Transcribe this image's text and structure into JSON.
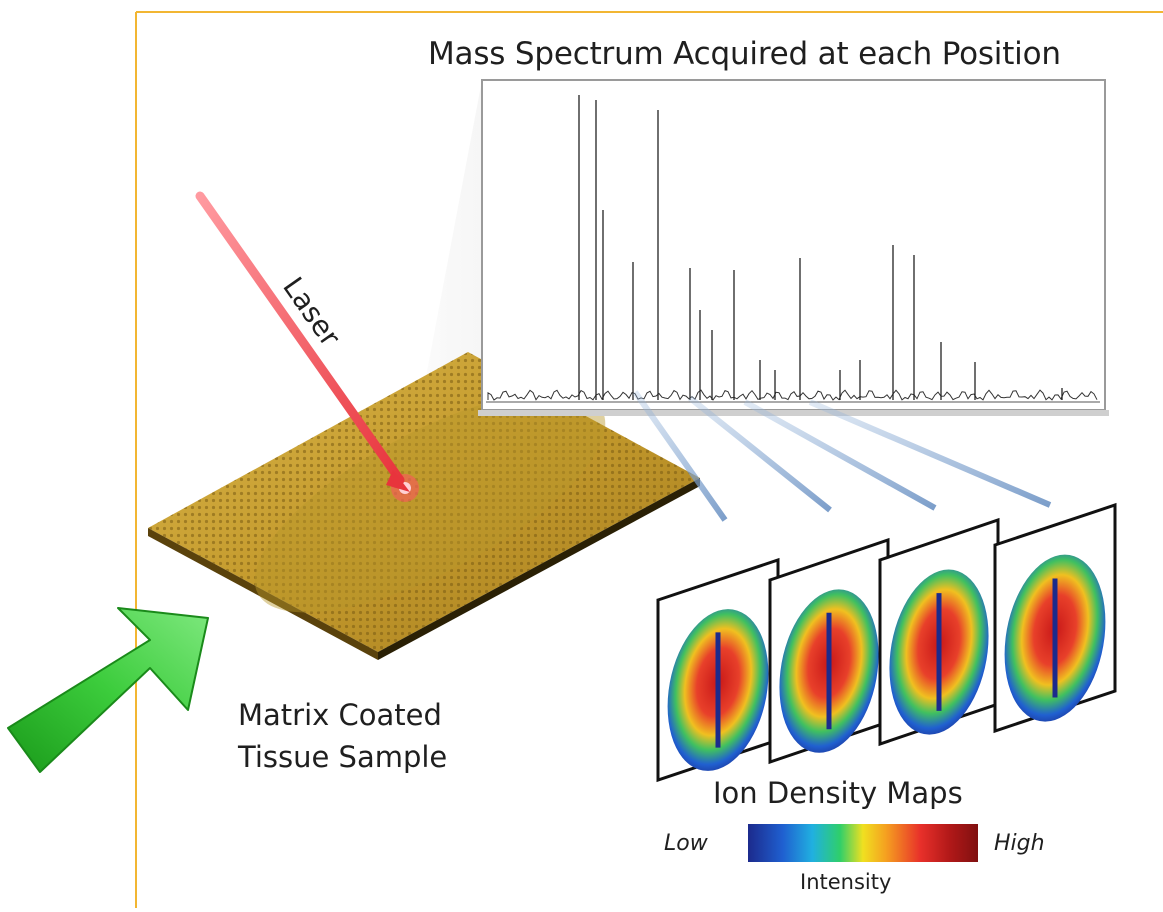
{
  "title": "Mass Spectrum Acquired at each Position",
  "laser_label": "Laser",
  "sample_label_line1": "Matrix Coated",
  "sample_label_line2": "Tissue Sample",
  "maps_label": "Ion Density Maps",
  "scale": {
    "low": "Low",
    "high": "High",
    "caption": "Intensity"
  },
  "colors": {
    "frame_border": "#f2b632",
    "laser": "#e8434a",
    "arrow": "#2db82d",
    "slide": "#c9a033",
    "colormap": [
      "#1c2a8c",
      "#1f5fd0",
      "#20b0e0",
      "#2fcf6a",
      "#f0e020",
      "#f5a020",
      "#e8302a",
      "#b01818",
      "#801010"
    ]
  },
  "icons": {
    "arrow": "green-pointer-arrow-icon"
  }
}
